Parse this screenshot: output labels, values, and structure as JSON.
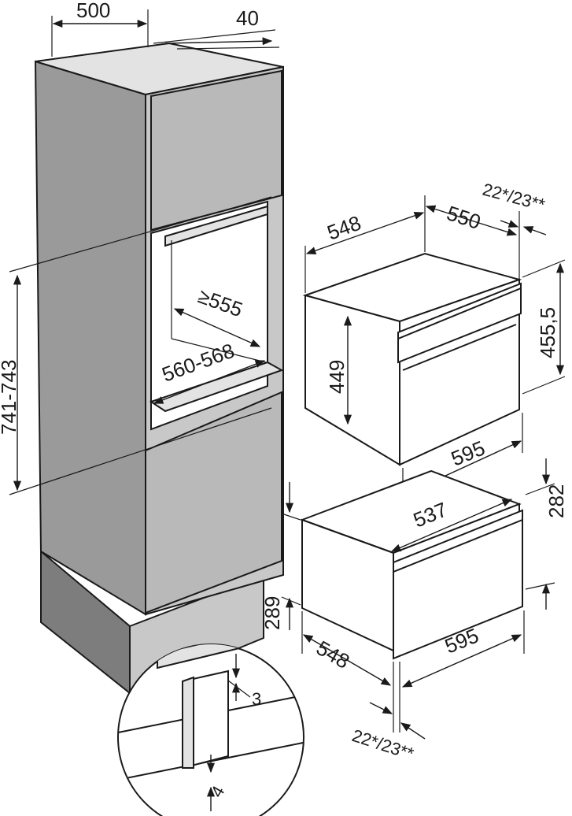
{
  "diagram": {
    "cabinet": {
      "width": "500",
      "gap": "40",
      "niche_height": "741-743",
      "niche_depth": "≥555",
      "niche_width": "560-568"
    },
    "appliance": {
      "depth": "548",
      "body_depth": "550",
      "front_offset": "22*/23**",
      "body_height": "449",
      "front_height": "455,5",
      "width": "595"
    },
    "drawer": {
      "depth": "537",
      "height": "282",
      "niche_height": "289",
      "body_depth": "548",
      "width": "595",
      "front_offset": "22*/23**"
    },
    "detail": {
      "gap_top": "3",
      "gap_bottom": "4"
    }
  }
}
